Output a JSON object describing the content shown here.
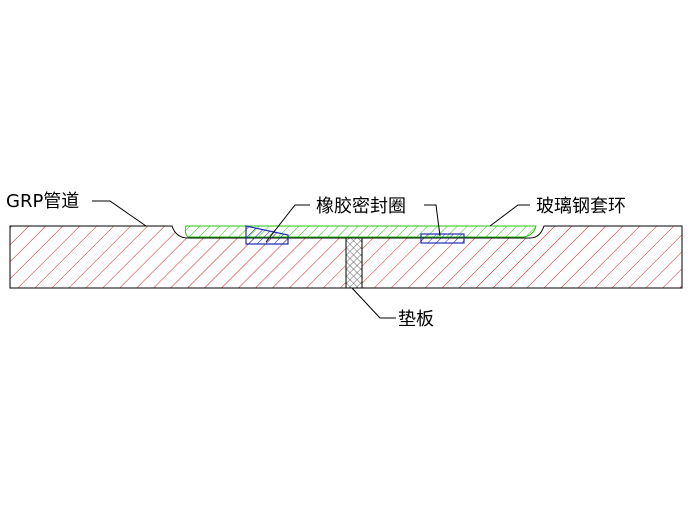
{
  "labels": {
    "pipe": "GRP管道",
    "rubber_seal": "橡胶密封圈",
    "glass_sleeve": "玻璃钢套环",
    "pad": "垫板"
  },
  "colors": {
    "pipe_hatch": "#d81e1e",
    "sleeve_hatch": "#27c40f",
    "seal_hatch": "#1e2db4",
    "pad_hatch": "#666666",
    "outline": "#000000"
  }
}
